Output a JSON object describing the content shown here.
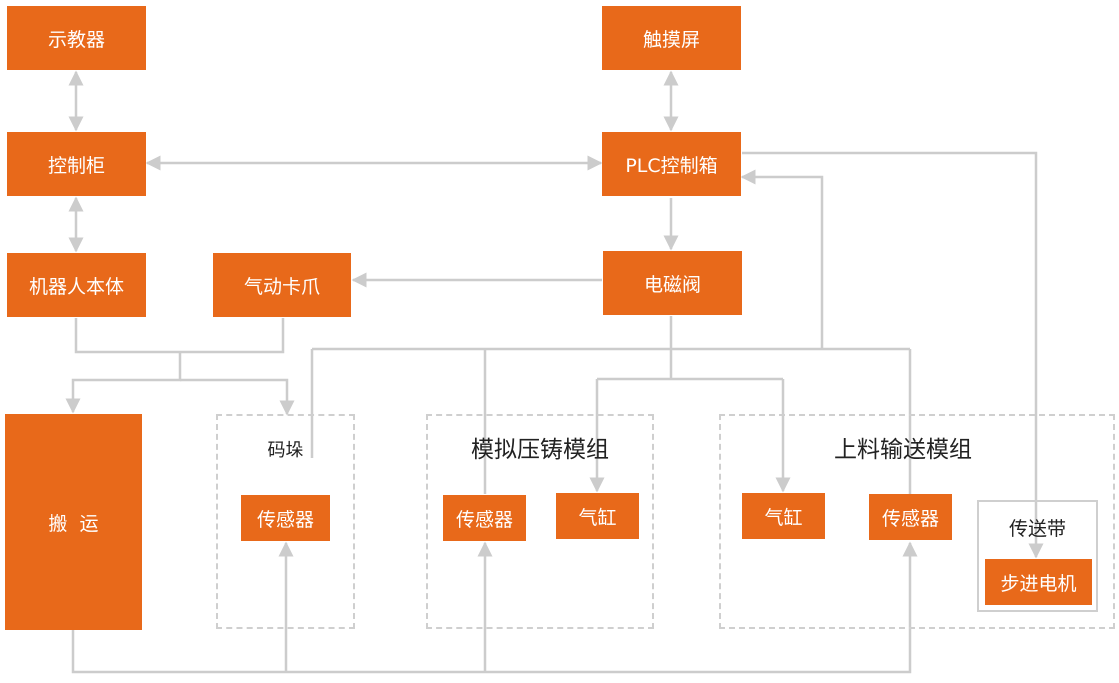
{
  "nodes": {
    "teach_pendant": "示教器",
    "control_cabinet": "控制柜",
    "robot_body": "机器人本体",
    "pneumatic_gripper": "气动卡爪",
    "transport": "搬  运",
    "touch_screen": "触摸屏",
    "plc_box": "PLC控制箱",
    "solenoid_valve": "电磁阀",
    "stack_sensor": "传感器",
    "die_sensor": "传感器",
    "die_cylinder": "气缸",
    "feed_cylinder": "气缸",
    "feed_sensor": "传感器",
    "stepper_motor": "步进电机"
  },
  "groups": {
    "stacking": "码垛",
    "die_casting": "模拟压铸模组",
    "feeding": "上料输送模组",
    "conveyor": "传送带"
  },
  "colors": {
    "node": "#e8691a",
    "line": "#cccccc",
    "dash": "#cfcfcf"
  }
}
